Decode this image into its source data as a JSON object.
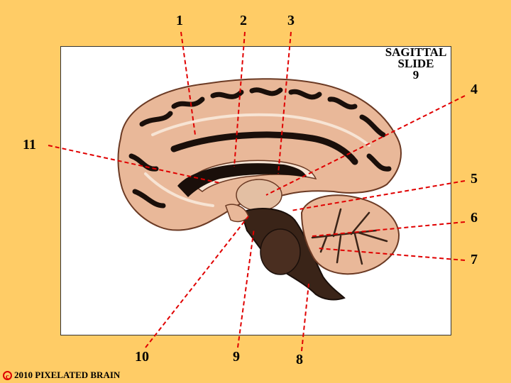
{
  "title": {
    "line1": "SAGITTAL",
    "line2": "SLIDE",
    "line3": "9"
  },
  "labels": [
    "1",
    "2",
    "3",
    "4",
    "5",
    "6",
    "7",
    "8",
    "9",
    "10",
    "11"
  ],
  "copyright": {
    "symbol": "c",
    "text": "2010  PIXELATED BRAIN"
  },
  "colors": {
    "background": "#FFCC66",
    "leader": "#E00000",
    "tissue": "#E9B899",
    "white_matter": "#F7E4D4",
    "dark": "#1A0F0A"
  }
}
